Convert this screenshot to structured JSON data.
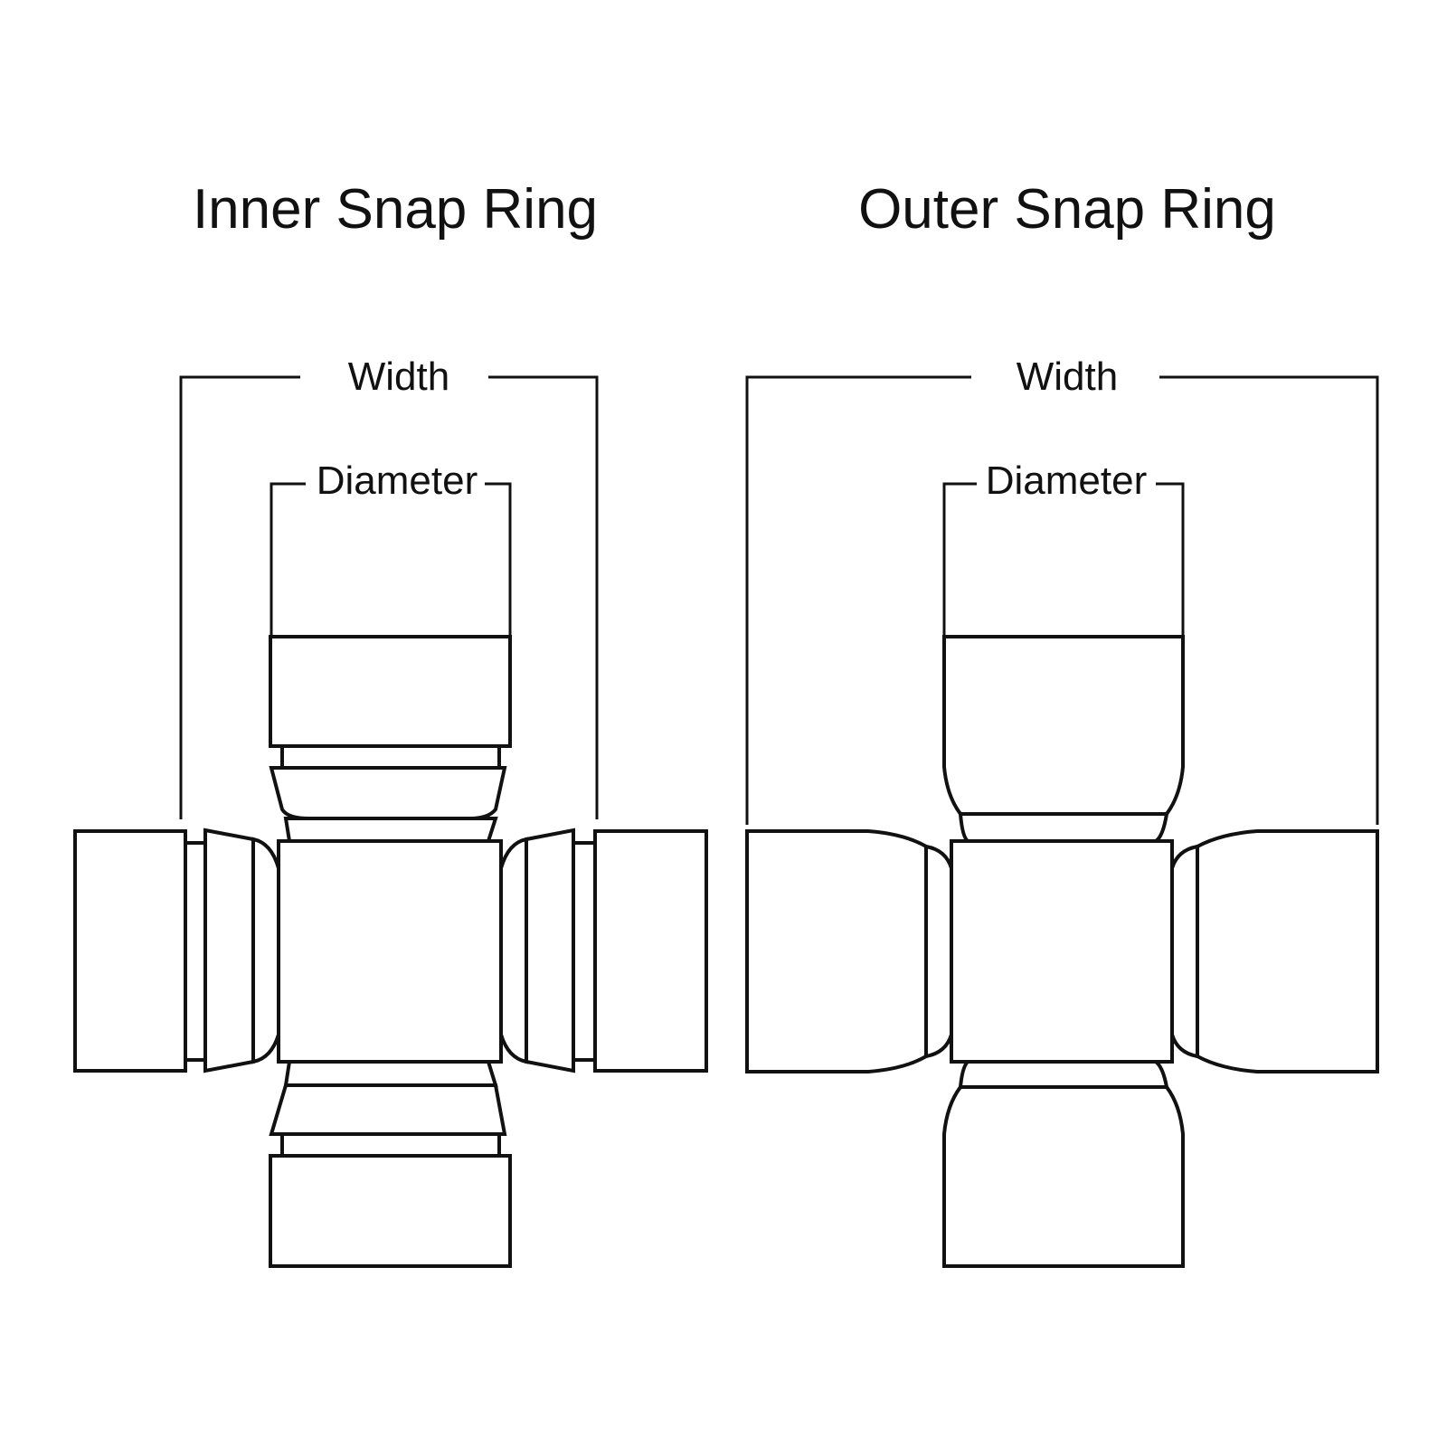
{
  "diagrams": [
    {
      "title": "Inner Snap Ring",
      "width_label": "Width",
      "diameter_label": "Diameter"
    },
    {
      "title": "Outer Snap Ring",
      "width_label": "Width",
      "diameter_label": "Diameter"
    }
  ],
  "colors": {
    "line": "#111111",
    "background": "#ffffff"
  }
}
